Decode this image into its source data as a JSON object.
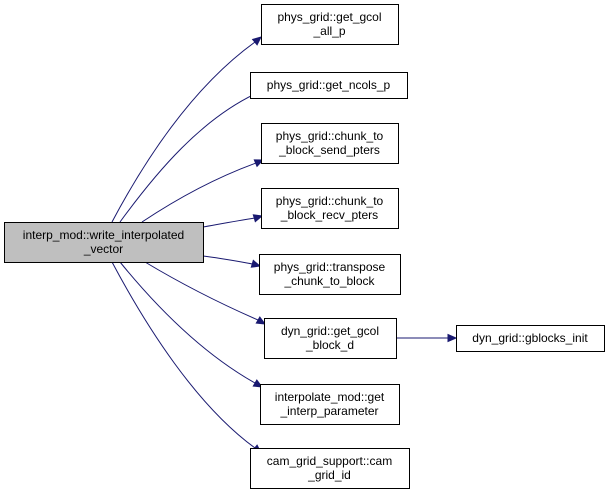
{
  "colors": {
    "root_fill": "#bfbfbf",
    "node_fill": "#ffffff",
    "border": "#000000",
    "edge": "#191970"
  },
  "nodes": {
    "root": {
      "lines": [
        "interp_mod::write_interpolated",
        "_vector"
      ]
    },
    "get_gcol_all_p": {
      "lines": [
        "phys_grid::get_gcol",
        "_all_p"
      ]
    },
    "get_ncols_p": {
      "lines": [
        "phys_grid::get_ncols_p"
      ]
    },
    "chunk_to_block_send_pters": {
      "lines": [
        "phys_grid::chunk_to",
        "_block_send_pters"
      ]
    },
    "chunk_to_block_recv_pters": {
      "lines": [
        "phys_grid::chunk_to",
        "_block_recv_pters"
      ]
    },
    "transpose_chunk_to_block": {
      "lines": [
        "phys_grid::transpose",
        "_chunk_to_block"
      ]
    },
    "get_gcol_block_d": {
      "lines": [
        "dyn_grid::get_gcol",
        "_block_d"
      ]
    },
    "gblocks_init": {
      "lines": [
        "dyn_grid::gblocks_init"
      ]
    },
    "get_interp_parameter": {
      "lines": [
        "interpolate_mod::get",
        "_interp_parameter"
      ]
    },
    "cam_grid_id": {
      "lines": [
        "cam_grid_support::cam",
        "_grid_id"
      ]
    }
  },
  "edges": [
    {
      "from": "root",
      "to": "get_gcol_all_p"
    },
    {
      "from": "root",
      "to": "get_ncols_p"
    },
    {
      "from": "root",
      "to": "chunk_to_block_send_pters"
    },
    {
      "from": "root",
      "to": "chunk_to_block_recv_pters"
    },
    {
      "from": "root",
      "to": "transpose_chunk_to_block"
    },
    {
      "from": "root",
      "to": "get_gcol_block_d"
    },
    {
      "from": "root",
      "to": "get_interp_parameter"
    },
    {
      "from": "root",
      "to": "cam_grid_id"
    },
    {
      "from": "get_gcol_block_d",
      "to": "gblocks_init"
    }
  ]
}
